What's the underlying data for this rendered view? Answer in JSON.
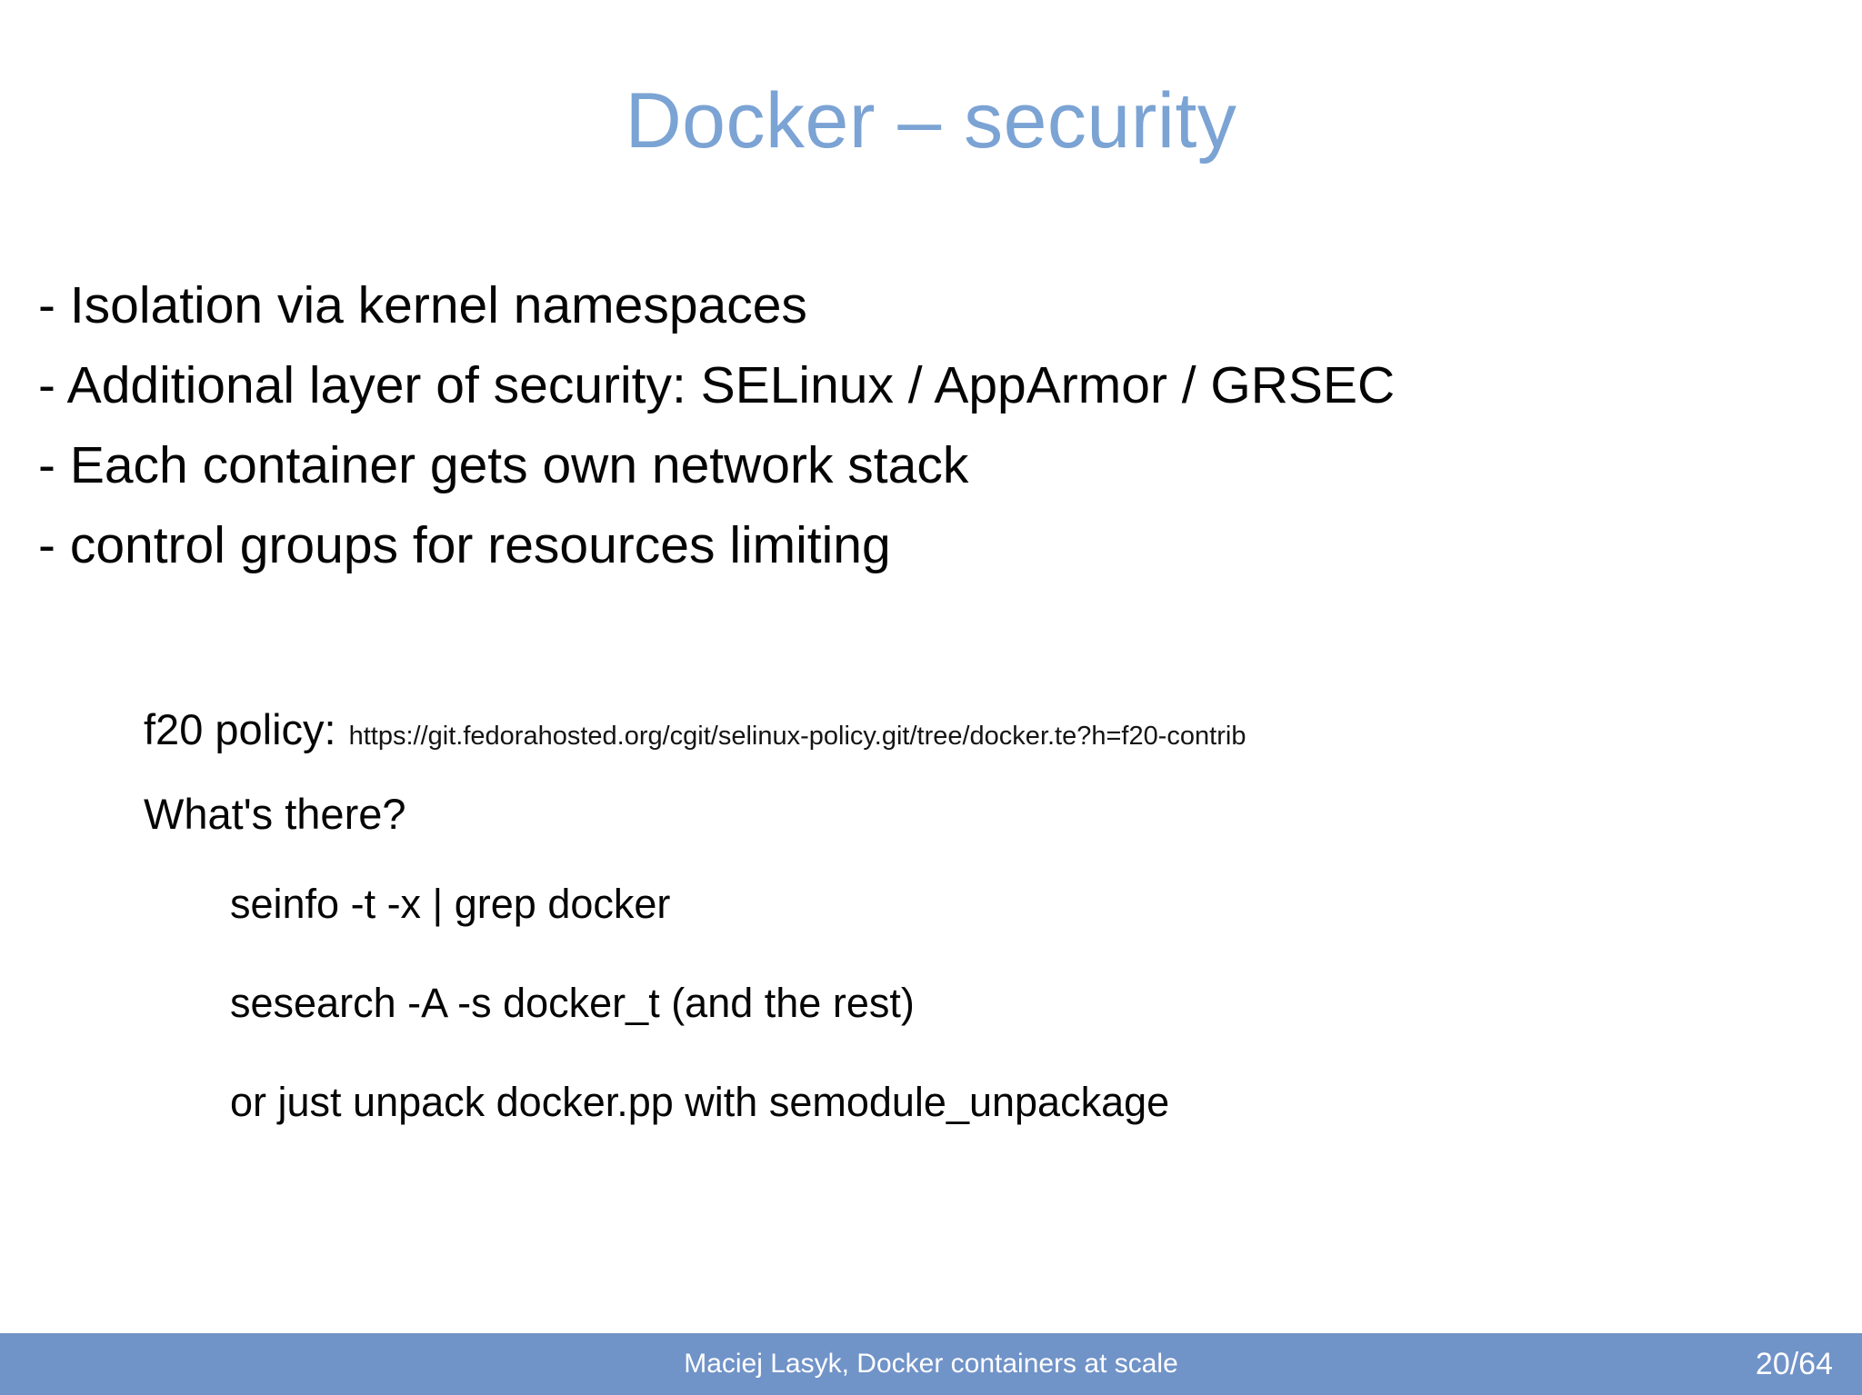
{
  "slide": {
    "title": "Docker – security",
    "title_color": "#7BA3D4",
    "background_color": "#ffffff",
    "text_color": "#000000"
  },
  "bullets": [
    "- Isolation via kernel namespaces",
    "- Additional layer of security: SELinux / AppArmor / GRSEC",
    "- Each container gets own network stack",
    "- control groups for resources limiting"
  ],
  "details": {
    "policy_label": "f20 policy:",
    "policy_url": "https://git.fedorahosted.org/cgit/selinux-policy.git/tree/docker.te?h=f20-contrib",
    "question": "What's there?",
    "commands": [
      "seinfo -t -x | grep docker",
      "sesearch -A -s docker_t (and the rest)",
      "or just unpack docker.pp with semodule_unpackage"
    ]
  },
  "footer": {
    "text": "Maciej Lasyk, Docker containers at scale",
    "page": "20/64",
    "background_color": "#7093C8",
    "text_color": "#ffffff"
  }
}
